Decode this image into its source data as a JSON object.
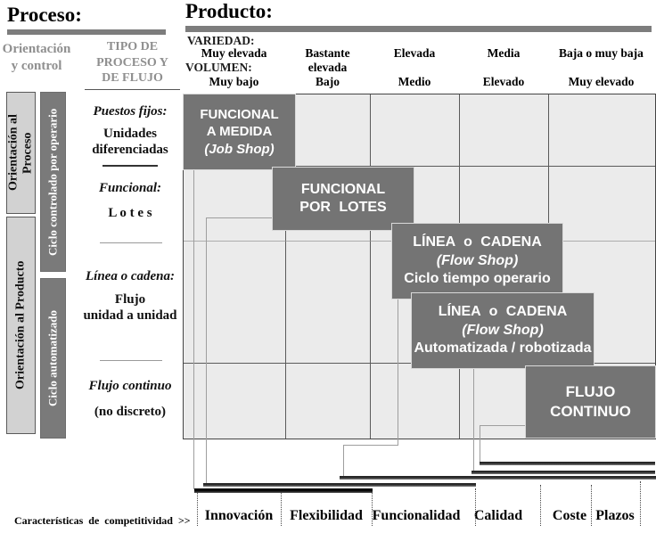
{
  "header": {
    "proceso_title": "Proceso:",
    "producto_title": "Producto:",
    "orientacion_lines": [
      "Orientación",
      "y control"
    ],
    "tipo_lines": [
      "TIPO DE",
      "PROCESO Y",
      "DE FLUJO"
    ],
    "variedad_label": "VARIEDAD:",
    "volumen_label": "VOLUMEN:",
    "variedad_values": [
      "Muy elevada",
      "Bastante elevada",
      "Elevada",
      "Media",
      "Baja o muy baja"
    ],
    "volumen_values": [
      "Muy bajo",
      "Bajo",
      "Medio",
      "Elevado",
      "Muy elevado"
    ]
  },
  "sidebar": {
    "orientacion_proceso": "Orientación al Proceso",
    "orientacion_producto": "Orientación al Producto",
    "ciclo_operario": "Ciclo controlado por operario",
    "ciclo_automatizado": "Ciclo automatizado"
  },
  "process_types": [
    {
      "title": "Puestos fijos:",
      "desc1": "Unidades",
      "desc2": "diferenciadas"
    },
    {
      "title": "Funcional:",
      "desc1": "L o t e s"
    },
    {
      "title": "Línea o cadena:",
      "desc1": "Flujo",
      "desc2": "unidad a unidad"
    },
    {
      "title": "Flujo continuo",
      "desc1": "(no discreto)"
    }
  ],
  "matrix_boxes": [
    {
      "line1": "FUNCIONAL",
      "line2": "A MEDIDA",
      "line3": "(Job Shop)"
    },
    {
      "line1": "FUNCIONAL",
      "line2": "POR LOTES"
    },
    {
      "line1": "LÍNEA o CADENA",
      "line2": "(Flow Shop)",
      "line3": "Ciclo tiempo operario"
    },
    {
      "line1": "LÍNEA o CADENA",
      "line2": "(Flow Shop)",
      "line3": "Automatizada / robotizada"
    },
    {
      "line1": "FLUJO",
      "line2": "CONTINUO"
    }
  ],
  "footer": {
    "caption": "Características de competitividad >>",
    "characteristics": [
      "Innovación",
      "Flexibilidad",
      "Funcionalidad",
      "Calidad",
      "Coste",
      "Plazos"
    ]
  },
  "colors": {
    "box_gray": "#747474",
    "cell_gray": "#ebebeb",
    "sidebar_light": "#d2d2d2",
    "sidebar_dark": "#7a7a7a",
    "heading_gray": "#8f8f8f",
    "rule_gray": "#7d7d7d",
    "bar_dark": "#262626"
  }
}
